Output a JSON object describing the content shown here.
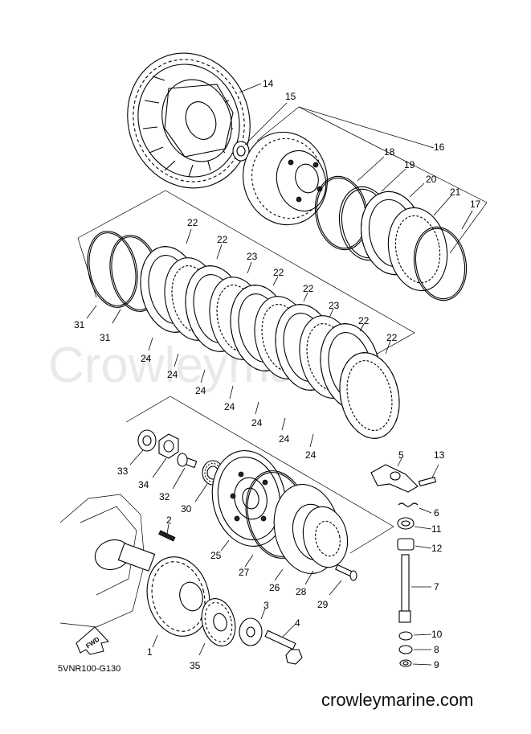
{
  "watermark": "Crowleymarine",
  "footer": {
    "diagram_code": "5VNR100-G130",
    "website": "crowleymarine.com"
  },
  "direction_badge": "FWD",
  "callouts": {
    "c1": "1",
    "c2": "2",
    "c3": "3",
    "c4": "4",
    "c5": "5",
    "c6": "6",
    "c7": "7",
    "c8": "8",
    "c9": "9",
    "c10": "10",
    "c11": "11",
    "c12": "12",
    "c13": "13",
    "c14": "14",
    "c15": "15",
    "c16": "16",
    "c17": "17",
    "c18": "18",
    "c19": "19",
    "c20": "20",
    "c21": "21",
    "c22a": "22",
    "c22b": "22",
    "c22c": "22",
    "c22d": "22",
    "c22e": "22",
    "c22f": "22",
    "c23a": "23",
    "c23b": "23",
    "c24a": "24",
    "c24b": "24",
    "c24c": "24",
    "c24d": "24",
    "c24e": "24",
    "c24f": "24",
    "c24g": "24",
    "c25": "25",
    "c26": "26",
    "c27": "27",
    "c28": "28",
    "c29": "29",
    "c30": "30",
    "c31a": "31",
    "c31b": "31",
    "c32": "32",
    "c33": "33",
    "c34": "34",
    "c35": "35"
  }
}
